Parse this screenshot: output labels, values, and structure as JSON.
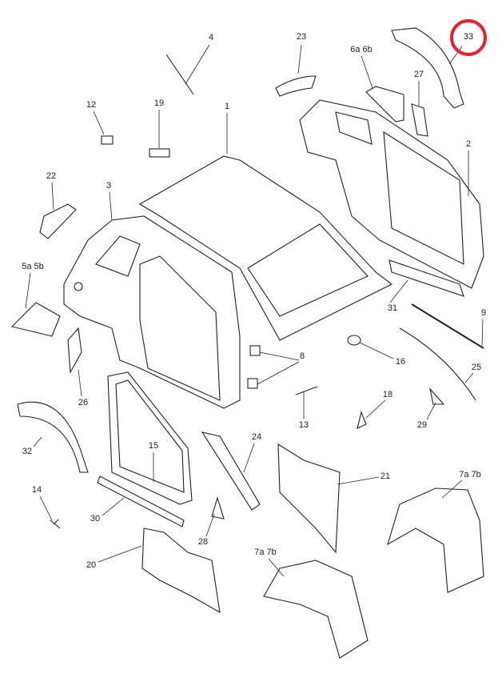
{
  "diagram": {
    "highlight_color": "#e8202a",
    "callouts": [
      {
        "id": "c4",
        "text": "4"
      },
      {
        "id": "c23",
        "text": "23"
      },
      {
        "id": "c6",
        "text": "6a  6b"
      },
      {
        "id": "c33",
        "text": "33",
        "highlighted": true
      },
      {
        "id": "c27",
        "text": "27"
      },
      {
        "id": "c12",
        "text": "12"
      },
      {
        "id": "c19",
        "text": "19"
      },
      {
        "id": "c1",
        "text": "1"
      },
      {
        "id": "c2",
        "text": "2"
      },
      {
        "id": "c22",
        "text": "22"
      },
      {
        "id": "c3",
        "text": "3"
      },
      {
        "id": "c5",
        "text": "5a  5b"
      },
      {
        "id": "c31",
        "text": "31"
      },
      {
        "id": "c9",
        "text": "9"
      },
      {
        "id": "c8",
        "text": "8"
      },
      {
        "id": "c16",
        "text": "16"
      },
      {
        "id": "c25",
        "text": "25"
      },
      {
        "id": "c26",
        "text": "26"
      },
      {
        "id": "c18",
        "text": "18"
      },
      {
        "id": "c13",
        "text": "13"
      },
      {
        "id": "c29",
        "text": "29"
      },
      {
        "id": "c32",
        "text": "32"
      },
      {
        "id": "c15",
        "text": "15"
      },
      {
        "id": "c24",
        "text": "24"
      },
      {
        "id": "c21",
        "text": "21"
      },
      {
        "id": "c14",
        "text": "14"
      },
      {
        "id": "c7r",
        "text": "7a  7b"
      },
      {
        "id": "c30",
        "text": "30"
      },
      {
        "id": "c28",
        "text": "28"
      },
      {
        "id": "c20",
        "text": "20"
      },
      {
        "id": "c7c",
        "text": "7a  7b"
      }
    ]
  }
}
